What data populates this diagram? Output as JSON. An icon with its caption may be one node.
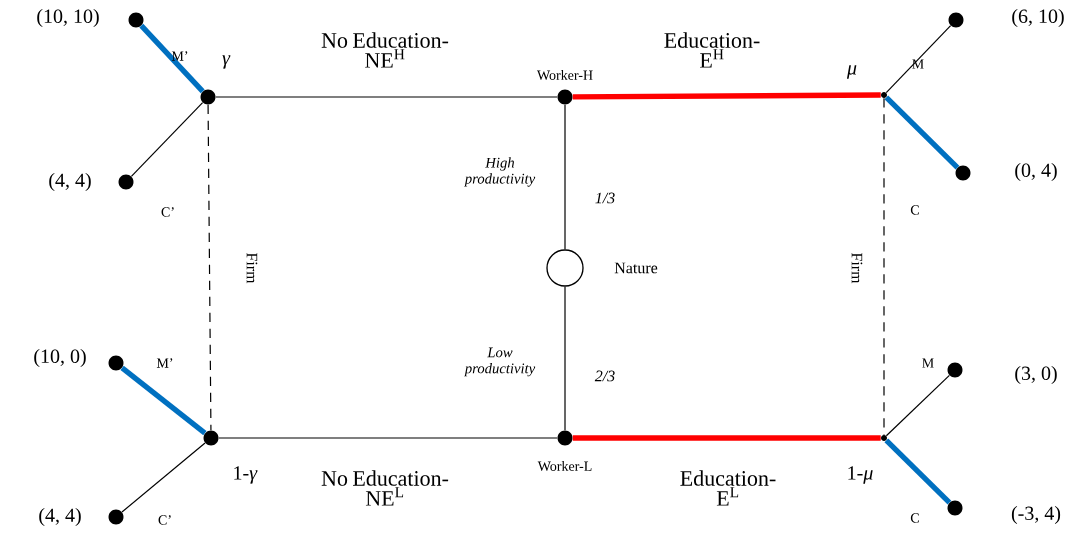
{
  "diagram": {
    "nodes": [
      {
        "text": [],
        "shape": "circle",
        "beside": [
          "(10, 10)"
        ]
      },
      {
        "text": [],
        "shape": "circle",
        "beside": [
          "γ"
        ]
      },
      {
        "text": [],
        "shape": "circle",
        "beside": [
          "Worker-H"
        ]
      },
      {
        "text": [],
        "shape": "circle",
        "beside": [
          "μ"
        ]
      },
      {
        "text": [],
        "shape": "circle",
        "beside": [
          "(6, 10)"
        ]
      },
      {
        "text": [],
        "shape": "circle",
        "beside": [
          "(4, 4)"
        ]
      },
      {
        "text": [],
        "shape": "circle",
        "beside": [
          "(0, 4)"
        ]
      },
      {
        "text": [],
        "shape": "circle",
        "beside": [
          "Nature"
        ]
      },
      {
        "text": [],
        "shape": "circle",
        "beside": [
          "(10, 0)"
        ]
      },
      {
        "text": [],
        "shape": "circle",
        "beside": [
          "(3, 0)"
        ]
      },
      {
        "text": [],
        "shape": "circle",
        "beside": [
          "1-*γ*"
        ]
      },
      {
        "text": [],
        "shape": "circle",
        "beside": [
          "Worker-L"
        ]
      },
      {
        "text": [],
        "shape": "circle",
        "beside": [
          "1-*μ*"
        ]
      },
      {
        "text": [],
        "shape": "circle",
        "beside": [
          "(4, 4)"
        ]
      },
      {
        "text": [],
        "shape": "circle",
        "beside": [
          "(-3, 4)"
        ]
      }
    ],
    "edges": [
      {
        "from": 1,
        "to": 0,
        "arrow": "none",
        "label": "M’",
        "style": "thick",
        "color": "#0070c0"
      },
      {
        "from": 1,
        "to": 5,
        "arrow": "none",
        "label": "C’"
      },
      {
        "from": 2,
        "to": 1,
        "arrow": "none",
        "label": "No Education- NE$^{H}$"
      },
      {
        "from": 2,
        "to": 3,
        "arrow": "none",
        "label": "Education- E$^{H}$",
        "style": "thick",
        "color": "#ff0000"
      },
      {
        "from": 3,
        "to": 4,
        "arrow": "none",
        "label": "M"
      },
      {
        "from": 3,
        "to": 6,
        "arrow": "none",
        "label": "C",
        "style": "thick",
        "color": "#0070c0"
      },
      {
        "from": 7,
        "to": 2,
        "arrow": "none",
        "label": "1/3"
      },
      {
        "from": 7,
        "to": 11,
        "arrow": "none",
        "label": "2/3"
      },
      {
        "from": 10,
        "to": 8,
        "arrow": "none",
        "label": "M’",
        "style": "thick",
        "color": "#0070c0"
      },
      {
        "from": 10,
        "to": 13,
        "arrow": "none",
        "label": "C’"
      },
      {
        "from": 11,
        "to": 10,
        "arrow": "none",
        "label": "No Education- NE$^{L}$"
      },
      {
        "from": 11,
        "to": 12,
        "arrow": "none",
        "label": "Education- E$^{L}$",
        "style": "thick",
        "color": "#ff0000"
      },
      {
        "from": 12,
        "to": 9,
        "arrow": "none",
        "label": "M"
      },
      {
        "from": 12,
        "to": 14,
        "arrow": "none",
        "label": "C",
        "style": "thick",
        "color": "#0070c0"
      },
      {
        "from": 1,
        "to": 10,
        "arrow": "none",
        "label": "Firm",
        "style": "dashed"
      },
      {
        "from": 3,
        "to": 12,
        "arrow": "none",
        "label": "Firm",
        "style": "dashed"
      }
    ],
    "labels": [
      "High productivity",
      "Low productivity"
    ]
  }
}
